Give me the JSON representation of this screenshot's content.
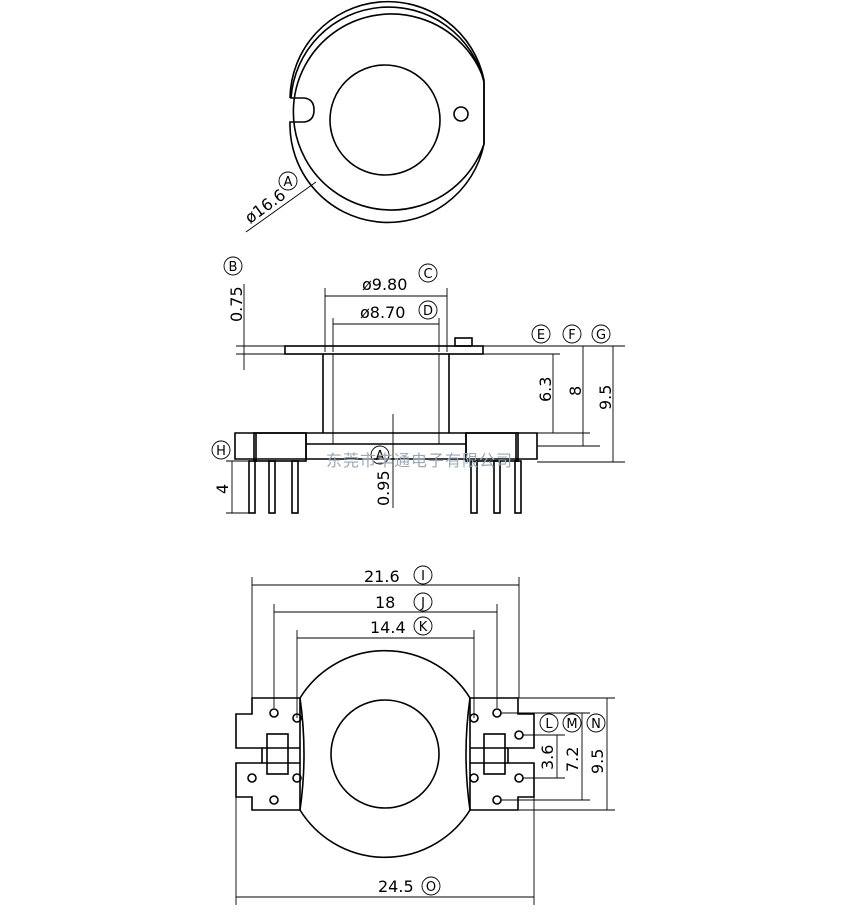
{
  "dimensions": {
    "dia_outer": "ø16.6",
    "flange_thk": "0.75",
    "dia_c": "ø9.80",
    "dia_d": "ø8.70",
    "height_e": "6.3",
    "height_f": "8",
    "height_g": "9.5",
    "pin_len": "4",
    "base_thk": "0.95",
    "width_i": "21.6",
    "width_j": "18",
    "width_k": "14.4",
    "pitch_l": "3.6",
    "pitch_m": "7.2",
    "pitch_n": "9.5",
    "width_o": "24.5"
  },
  "callouts": {
    "a": "A",
    "b": "B",
    "c": "C",
    "d": "D",
    "e": "E",
    "f": "F",
    "g": "G",
    "h": "H",
    "i": "I",
    "j": "J",
    "k": "K",
    "l": "L",
    "m": "M",
    "n": "N",
    "o": "O"
  },
  "watermark": "东莞市丰通电子有限公司"
}
